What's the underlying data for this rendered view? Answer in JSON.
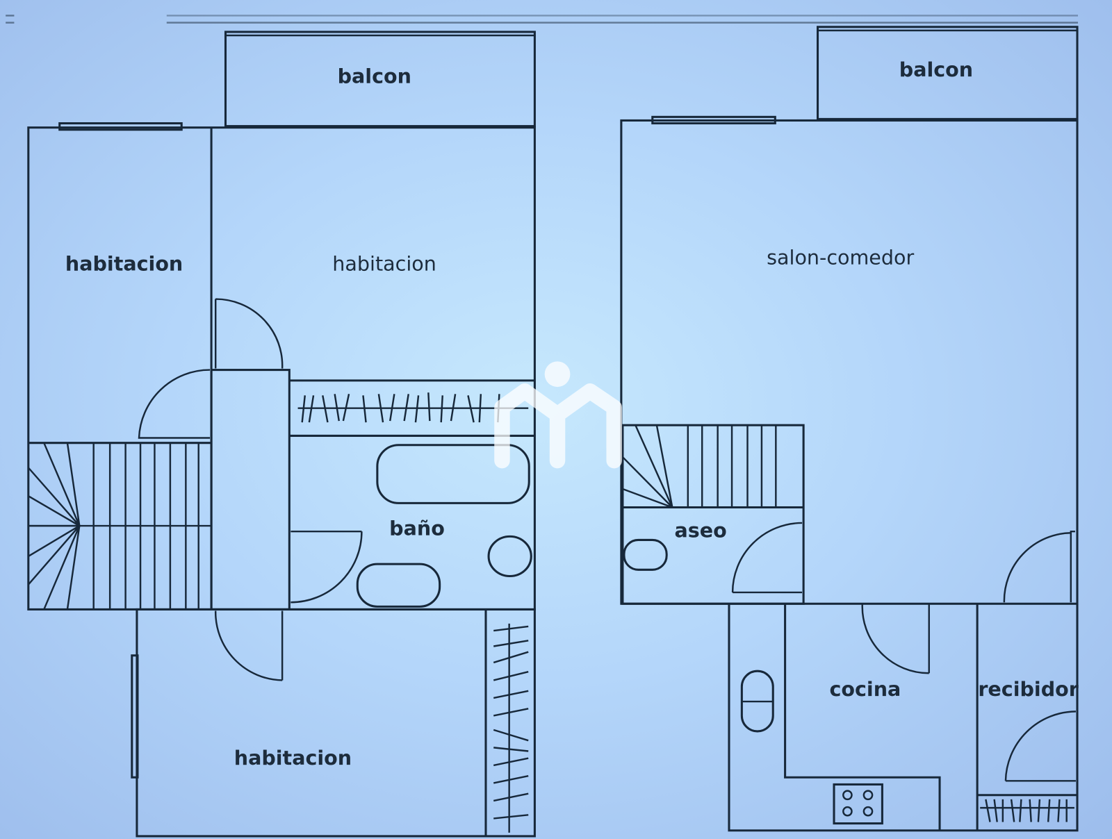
{
  "plan_left": {
    "balcony": "balcon",
    "bedroom_1": "habitacion",
    "bedroom_2": "habitacion",
    "bathroom": "baño",
    "bedroom_3": "habitacion"
  },
  "plan_right": {
    "balcony": "balcon",
    "living_dining": "salon-comedor",
    "toilet": "aseo",
    "kitchen": "cocina",
    "hall": "recibidor"
  },
  "colors": {
    "line": "#17283a",
    "background": "#b4d6fa",
    "watermark": "#ffffff"
  }
}
